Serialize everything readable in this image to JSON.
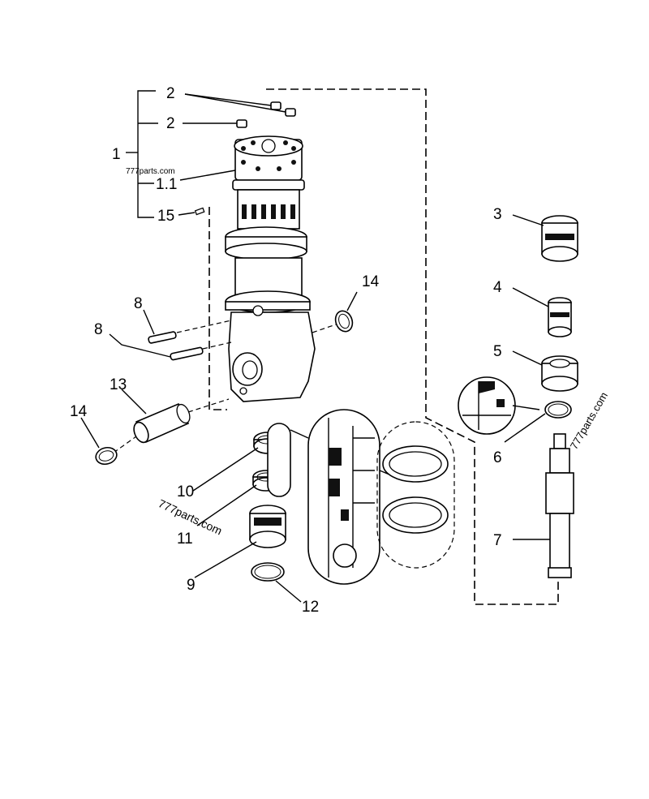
{
  "callouts": {
    "c1": "1",
    "c1_1": "1.1",
    "c2a": "2",
    "c2b": "2",
    "c3": "3",
    "c4": "4",
    "c5": "5",
    "c6": "6",
    "c7": "7",
    "c8a": "8",
    "c8b": "8",
    "c9": "9",
    "c10": "10",
    "c11": "11",
    "c12": "12",
    "c13": "13",
    "c14a": "14",
    "c14b": "14",
    "c15": "15"
  },
  "watermarks": {
    "top_left": "777parts.com",
    "middle_left": "777parts.com",
    "right": "777parts.com"
  }
}
